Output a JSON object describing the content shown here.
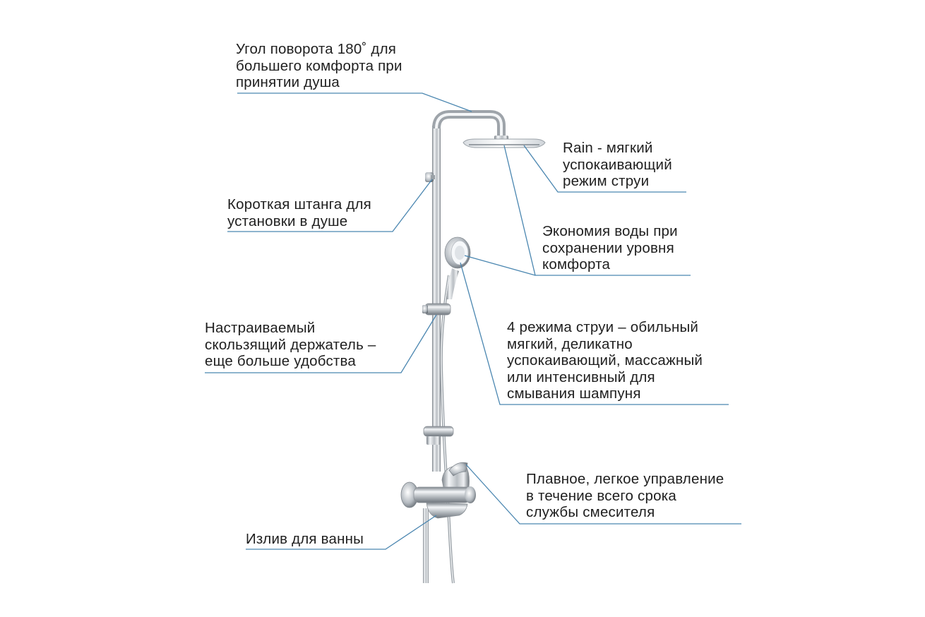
{
  "colors": {
    "leader_line": "#4a86b0",
    "chrome_dark": "#8a9096",
    "chrome_light": "#f2f4f6",
    "text": "#1f1f1f"
  },
  "callouts": {
    "swivel_angle": {
      "lines": [
        "Угол поворота 180˚ для",
        "большего комфорта при",
        "принятии душа"
      ]
    },
    "rain_mode": {
      "lines": [
        "Rain - мягкий",
        "успокаивающий",
        "режим струи"
      ]
    },
    "short_rod": {
      "lines": [
        "Короткая штанга для",
        "установки в душе"
      ]
    },
    "water_saving": {
      "lines": [
        "Экономия воды при",
        "сохранении уровня",
        "комфорта"
      ]
    },
    "slide_holder": {
      "lines": [
        "Настраиваемый",
        "скользящий держатель –",
        "еще больше удобства"
      ]
    },
    "spray_modes": {
      "lines": [
        "4 режима струи – обильный",
        "мягкий, деликатно",
        "успокаивающий, массажный",
        "или интенсивный для",
        "смывания шампуня"
      ]
    },
    "smooth_control": {
      "lines": [
        "Плавное, легкое управление",
        "в течение всего срока",
        "службы смесителя"
      ]
    },
    "bath_spout": {
      "lines": [
        "Излив для ванны"
      ]
    }
  }
}
